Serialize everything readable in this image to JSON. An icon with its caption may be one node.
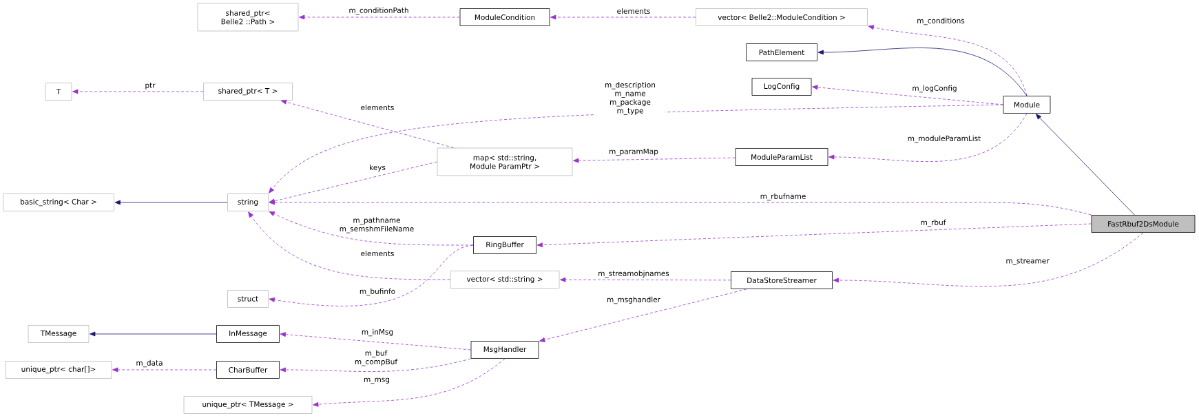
{
  "diagram": {
    "nodes": [
      {
        "text": [
          "shared_ptr< Belle2 ::Path >"
        ]
      },
      {
        "text": [
          "ModuleCondition"
        ]
      },
      {
        "text": [
          "vector< Belle2::ModuleCondition >"
        ]
      },
      {
        "text": [
          "PathElement"
        ]
      },
      {
        "text": [
          "T"
        ]
      },
      {
        "text": [
          "shared_ptr< T >"
        ]
      },
      {
        "text": [
          "LogConfig"
        ]
      },
      {
        "text": [
          "Module"
        ]
      },
      {
        "text": [
          "map< std::string, Module ParamPtr >"
        ]
      },
      {
        "text": [
          "ModuleParamList"
        ]
      },
      {
        "text": [
          "basic_string< Char >"
        ]
      },
      {
        "text": [
          "string"
        ]
      },
      {
        "text": [
          "FastRbuf2DsModule"
        ]
      },
      {
        "text": [
          "RingBuffer"
        ]
      },
      {
        "text": [
          "vector< std::string >"
        ]
      },
      {
        "text": [
          "DataStoreStreamer"
        ]
      },
      {
        "text": [
          "struct"
        ]
      },
      {
        "text": [
          "TMessage"
        ]
      },
      {
        "text": [
          "InMessage"
        ]
      },
      {
        "text": [
          "MsgHandler"
        ]
      },
      {
        "text": [
          "unique_ptr< char[]>"
        ]
      },
      {
        "text": [
          "CharBuffer"
        ]
      },
      {
        "text": [
          "unique_ptr< TMessage >"
        ]
      }
    ],
    "edges": [
      {
        "from": 1,
        "to": 0,
        "arrow": "to",
        "label": "m_conditionPath",
        "style": "dashed"
      },
      {
        "from": 2,
        "to": 1,
        "arrow": "to",
        "label": "elements",
        "style": "dashed"
      },
      {
        "from": 7,
        "to": 2,
        "arrow": "to",
        "label": "m_conditions",
        "style": "dashed"
      },
      {
        "from": 7,
        "to": 3,
        "arrow": "to",
        "color": "#191970"
      },
      {
        "from": 7,
        "to": 6,
        "arrow": "to",
        "label": "m_logConfig",
        "style": "dashed"
      },
      {
        "from": 7,
        "to": 11,
        "arrow": "to",
        "label": "m_description m_name m_package m_type",
        "style": "dashed"
      },
      {
        "from": 7,
        "to": 9,
        "arrow": "to",
        "label": "m_moduleParamList",
        "style": "dashed"
      },
      {
        "from": 12,
        "to": 7,
        "arrow": "to",
        "color": "#191970"
      },
      {
        "from": 5,
        "to": 4,
        "arrow": "to",
        "label": "ptr",
        "style": "dashed"
      },
      {
        "from": 8,
        "to": 5,
        "arrow": "to",
        "label": "elements",
        "style": "dashed"
      },
      {
        "from": 8,
        "to": 11,
        "arrow": "to",
        "label": "keys",
        "style": "dashed"
      },
      {
        "from": 9,
        "to": 8,
        "arrow": "to",
        "label": "m_paramMap",
        "style": "dashed"
      },
      {
        "from": 11,
        "to": 10,
        "arrow": "to",
        "color": "#191970"
      },
      {
        "from": 12,
        "to": 11,
        "arrow": "to",
        "label": "m_rbufname",
        "style": "dashed"
      },
      {
        "from": 12,
        "to": 13,
        "arrow": "to",
        "label": "m_rbuf",
        "style": "dashed"
      },
      {
        "from": 13,
        "to": 11,
        "arrow": "to",
        "label": "m_pathname m_semshmFileName",
        "style": "dashed"
      },
      {
        "from": 14,
        "to": 11,
        "arrow": "to",
        "label": "elements",
        "style": "dashed"
      },
      {
        "from": 13,
        "to": 16,
        "arrow": "to",
        "label": "m_bufinfo",
        "style": "dashed"
      },
      {
        "from": 15,
        "to": 14,
        "arrow": "to",
        "label": "m_streamobjnames",
        "style": "dashed"
      },
      {
        "from": 12,
        "to": 15,
        "arrow": "to",
        "label": "m_streamer",
        "style": "dashed"
      },
      {
        "from": 15,
        "to": 19,
        "arrow": "to",
        "label": "m_msghandler",
        "style": "dashed"
      },
      {
        "from": 18,
        "to": 17,
        "arrow": "to",
        "color": "#191970"
      },
      {
        "from": 19,
        "to": 18,
        "arrow": "to",
        "label": "m_inMsg",
        "style": "dashed"
      },
      {
        "from": 21,
        "to": 20,
        "arrow": "to",
        "label": "m_data",
        "style": "dashed"
      },
      {
        "from": 19,
        "to": 21,
        "arrow": "to",
        "label": "m_buf m_compBuf",
        "style": "dashed"
      },
      {
        "from": 19,
        "to": 22,
        "arrow": "to",
        "label": "m_msg",
        "style": "dashed"
      }
    ]
  }
}
